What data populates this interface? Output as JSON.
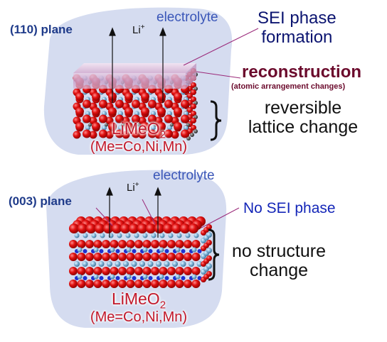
{
  "top": {
    "plane_label": "(110) plane",
    "electrolyte_label": "electrolyte",
    "li_ion": "Li",
    "li_charge": "+",
    "sei_label_line1": "SEI phase",
    "sei_label_line2": "formation",
    "reconstruction_label": "reconstruction",
    "reconstruction_note": "(atomic arrangement changes)",
    "lattice_label_line1": "reversible",
    "lattice_label_line2": "lattice change",
    "material_prefix": "LiMeO",
    "material_subscript": "2",
    "material_note": "(Me=Co,Ni,Mn)"
  },
  "bottom": {
    "plane_label": "(003) plane",
    "electrolyte_label": "electrolyte",
    "li_ion": "Li",
    "li_charge": "+",
    "sei_label": "No SEI phase",
    "structure_label_line1": "no structure",
    "structure_label_line2": "change",
    "material_prefix": "LiMeO",
    "material_subscript": "2",
    "material_note": "(Me=Co,Ni,Mn)"
  },
  "colors": {
    "blob": "#d5dcf0",
    "oxygen_atom": "#e01010",
    "lithium_atom": "#7fb4d8",
    "metal_atom": "#555555",
    "reconstruction_layer": "#c9a0c8",
    "leader_line": "#9b2a7a"
  }
}
